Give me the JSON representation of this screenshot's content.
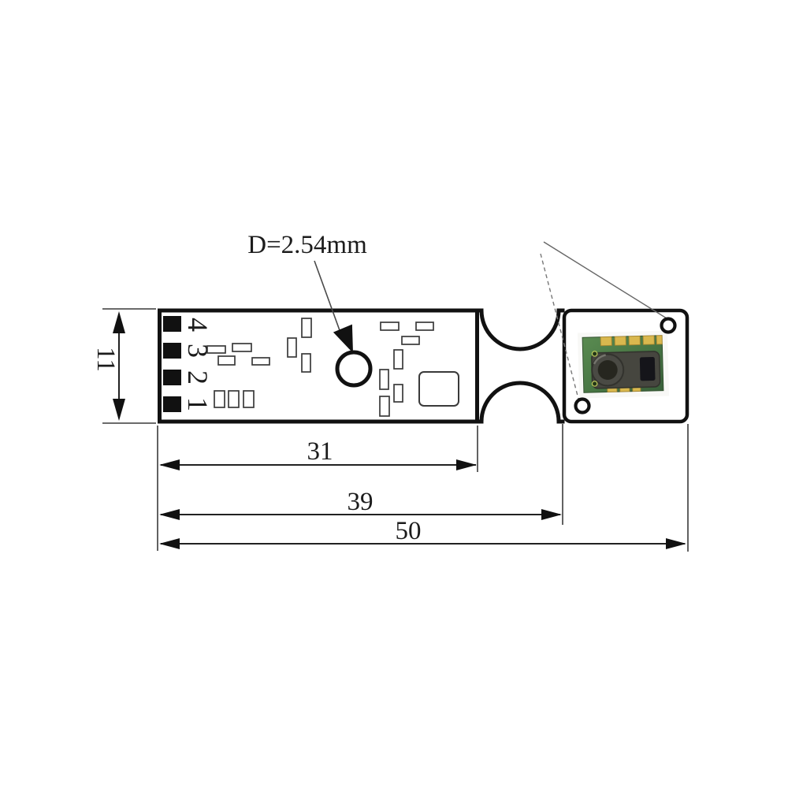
{
  "drawing": {
    "hole_label": "D=2.54mm",
    "pins": [
      "1",
      "2",
      "3",
      "4"
    ],
    "dimensions": {
      "height": "11",
      "length_board": "31",
      "length_to_sensor": "39",
      "length_overall": "50"
    },
    "colors": {
      "line": "#1c1c1c",
      "sensor_pcb_green": "#4d7c47",
      "sensor_pad_gold": "#d9b84e",
      "sensor_body_gray": "#46463f"
    }
  }
}
